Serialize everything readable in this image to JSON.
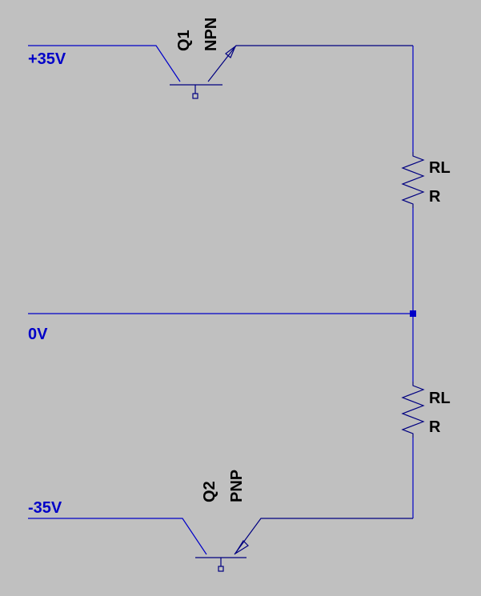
{
  "colors": {
    "background": "#c0c0c0",
    "wire": "#0000c8",
    "component": "#000080",
    "text": "#000000"
  },
  "nets": {
    "positive": "+35V",
    "ground": "0V",
    "negative": "-35V"
  },
  "components": {
    "q1": {
      "ref": "Q1",
      "type": "NPN"
    },
    "q2": {
      "ref": "Q2",
      "type": "PNP"
    },
    "r_top": {
      "ref": "RL",
      "value": "R"
    },
    "r_bottom": {
      "ref": "RL",
      "value": "R"
    }
  }
}
